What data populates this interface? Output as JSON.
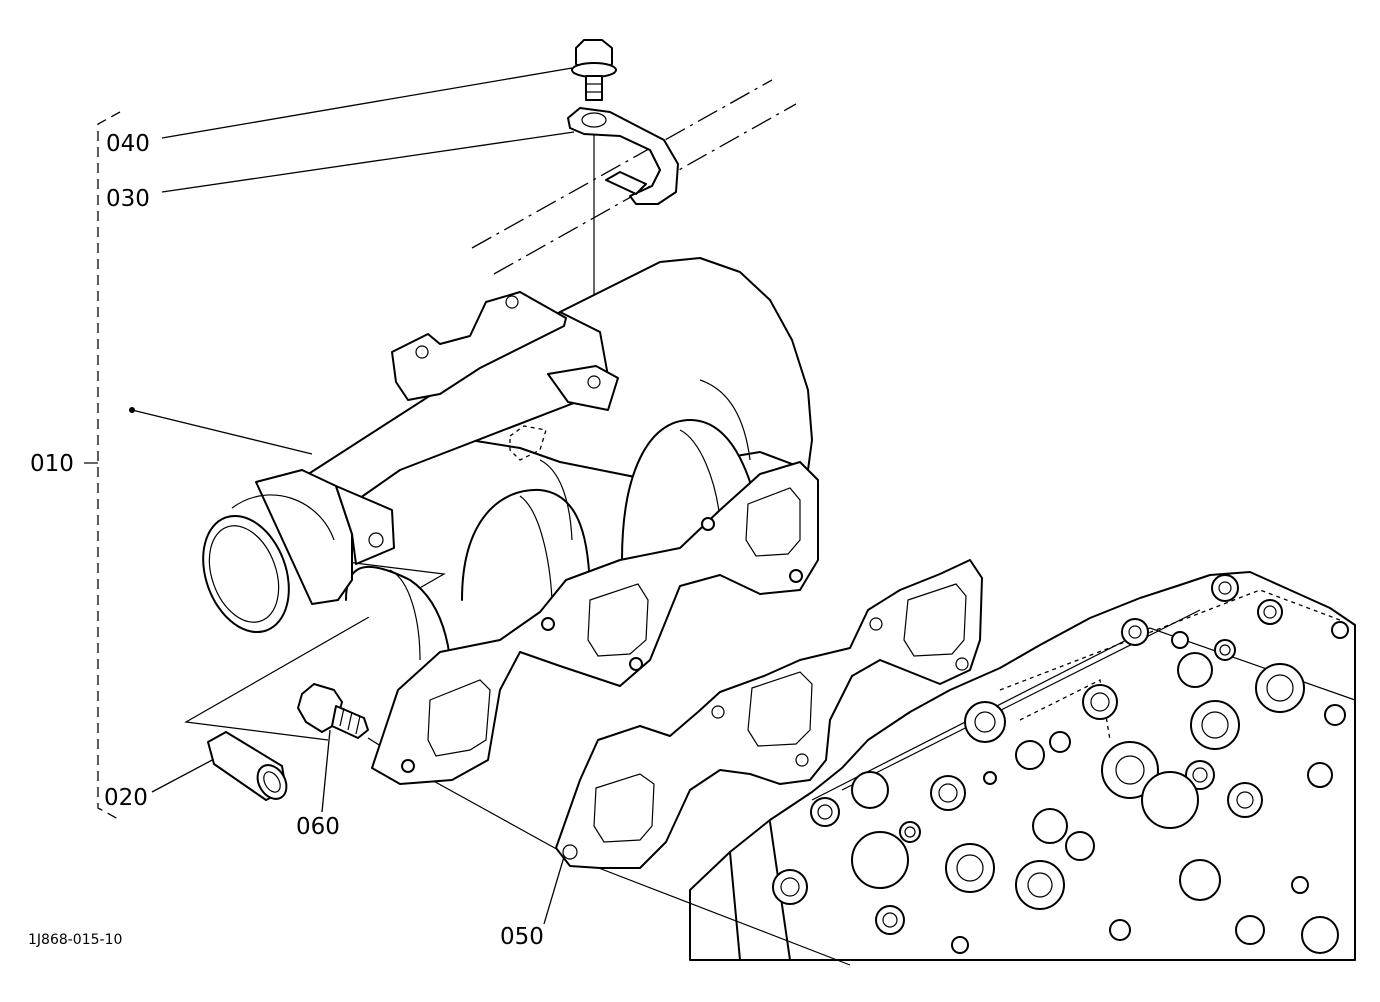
{
  "labels": {
    "p010": "010",
    "p020": "020",
    "p030": "030",
    "p040": "040",
    "p050": "050",
    "p060": "060"
  },
  "drawing_code": "1J868-015-10"
}
